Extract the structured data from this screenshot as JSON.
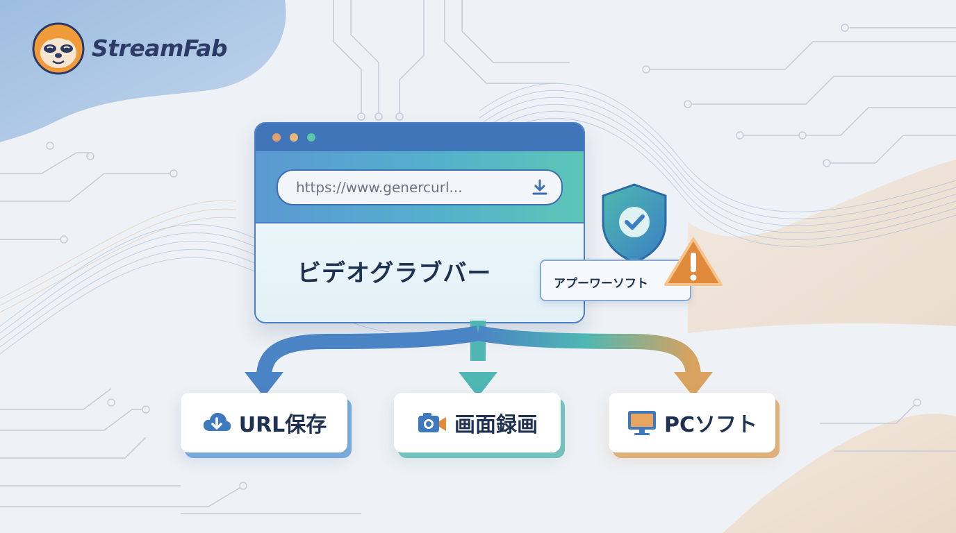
{
  "brand": {
    "name": "StreamFab"
  },
  "browser": {
    "url": "https://www.genercurl...",
    "title": "ビデオグラブバー",
    "dots": [
      "#e0a070",
      "#e8b87a",
      "#5cc6a8"
    ]
  },
  "badge": {
    "label": "アプーワーソフト"
  },
  "options": [
    {
      "label": "URL保存",
      "icon": "cloud-download-icon"
    },
    {
      "label": "画面録画",
      "icon": "camera-icon"
    },
    {
      "label": "PCソフト",
      "icon": "monitor-icon"
    }
  ],
  "colors": {
    "blue": "#4a84c4",
    "teal": "#4fb7b3",
    "tan": "#d9a25e",
    "navy": "#1e3150",
    "warning": "#e08a3c",
    "shield": "#3a7fc4"
  }
}
